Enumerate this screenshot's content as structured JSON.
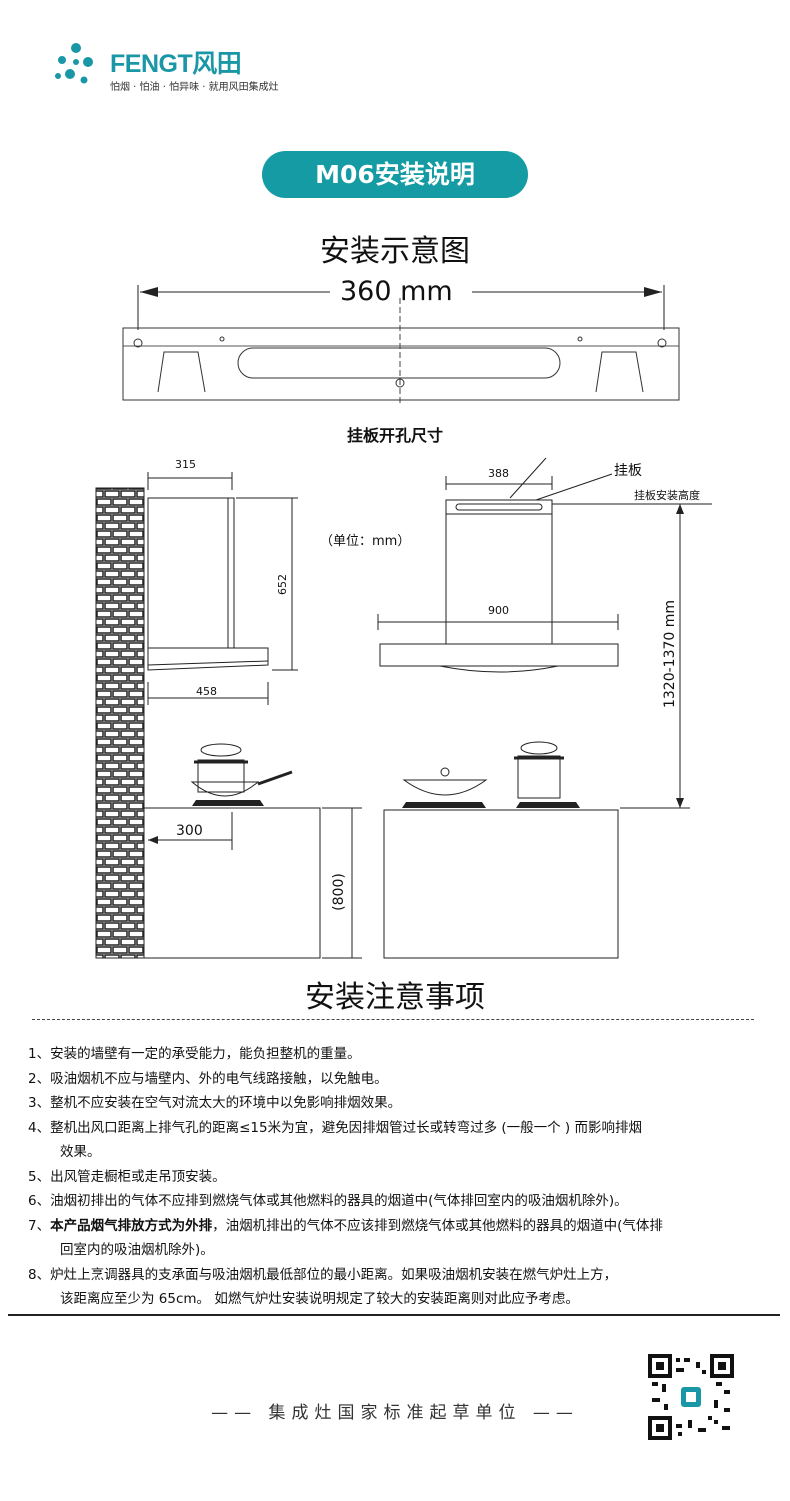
{
  "brand": {
    "name": "FENGT风田",
    "slogan": "怕烟 · 怕油 · 怕异味 · 就用风田集成灶",
    "color": "#1a97a6"
  },
  "title_pill": {
    "text": "M06安装说明",
    "color": "#149ba4"
  },
  "diagram": {
    "title": "安装示意图",
    "plate_width": "360 mm",
    "plate_caption": "挂板开孔尺寸",
    "unit": "（单位：mm）",
    "left": {
      "top_width": "315",
      "height": "652",
      "bottom_width": "458",
      "cabinet_depth": "300",
      "cabinet_height": "(800)"
    },
    "right": {
      "top_width": "388",
      "label_plate": "挂板",
      "label_plate_height": "挂板安装高度",
      "hood_width": "900",
      "install_height": "1320-1370 mm"
    }
  },
  "notes": {
    "title": "安装注意事项",
    "items": [
      "1、安装的墙壁有一定的承受能力，能负担整机的重量。",
      "2、吸油烟机不应与墙壁内、外的电气线路接触，以免触电。",
      "3、整机不应安装在空气对流太大的环境中以免影响排烟效果。",
      "4、整机出风口距离上排气孔的距离≤15米为宜，避免因排烟管过长或转弯过多 (一般一个 ) 而影响排烟",
      "效果。",
      "5、出风管走橱柜或走吊顶安装。",
      "6、油烟初排出的气体不应排到燃烧气体或其他燃料的器具的烟道中(气体排回室内的吸油烟机除外)。",
      "7、",
      "本产品烟气排放方式为外排",
      "，油烟机排出的气体不应该排到燃烧气体或其他燃料的器具的烟道中(气体排",
      "回室内的吸油烟机除外)。",
      "8、炉灶上烹调器具的支承面与吸油烟机最低部位的最小距离。如果吸油烟机安装在燃气炉灶上方，",
      "该距离应至少为  65cm。 如燃气炉灶安装说明规定了较大的安装距离则对此应予考虑。"
    ]
  },
  "footer": {
    "text": "—— 集成灶国家标准起草单位 ——"
  }
}
